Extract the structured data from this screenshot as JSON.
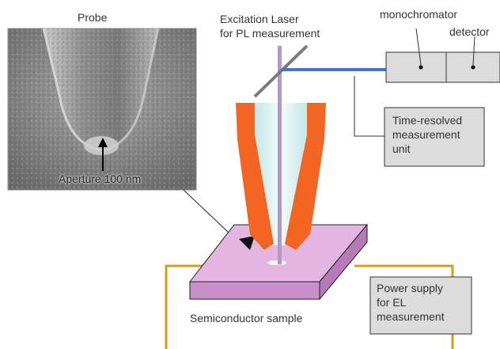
{
  "labels": {
    "probe": "Probe",
    "aperture": "Aperture 100 nm",
    "excitation_laser_line1": "Excitation Laser",
    "excitation_laser_line2": "for PL measurement",
    "monochromator": "monochromator",
    "detector": "detector",
    "time_resolved_line1": "Time-resolved",
    "time_resolved_line2": "measurement",
    "time_resolved_line3": "unit",
    "power_supply_line1": "Power supply",
    "power_supply_line2": "for EL",
    "power_supply_line3": "measurement",
    "sample": "Semiconductor sample"
  },
  "colors": {
    "probe_coating": "#f26522",
    "fiber_core": "#b595cc",
    "sample_top": "#e3b6e1",
    "sample_side": "#c98fc9",
    "wire_gold": "#d4a017",
    "beam_blue": "#4a74c8",
    "box_fill": "#dcdcdc",
    "cone_fill": "#d4eeee"
  }
}
